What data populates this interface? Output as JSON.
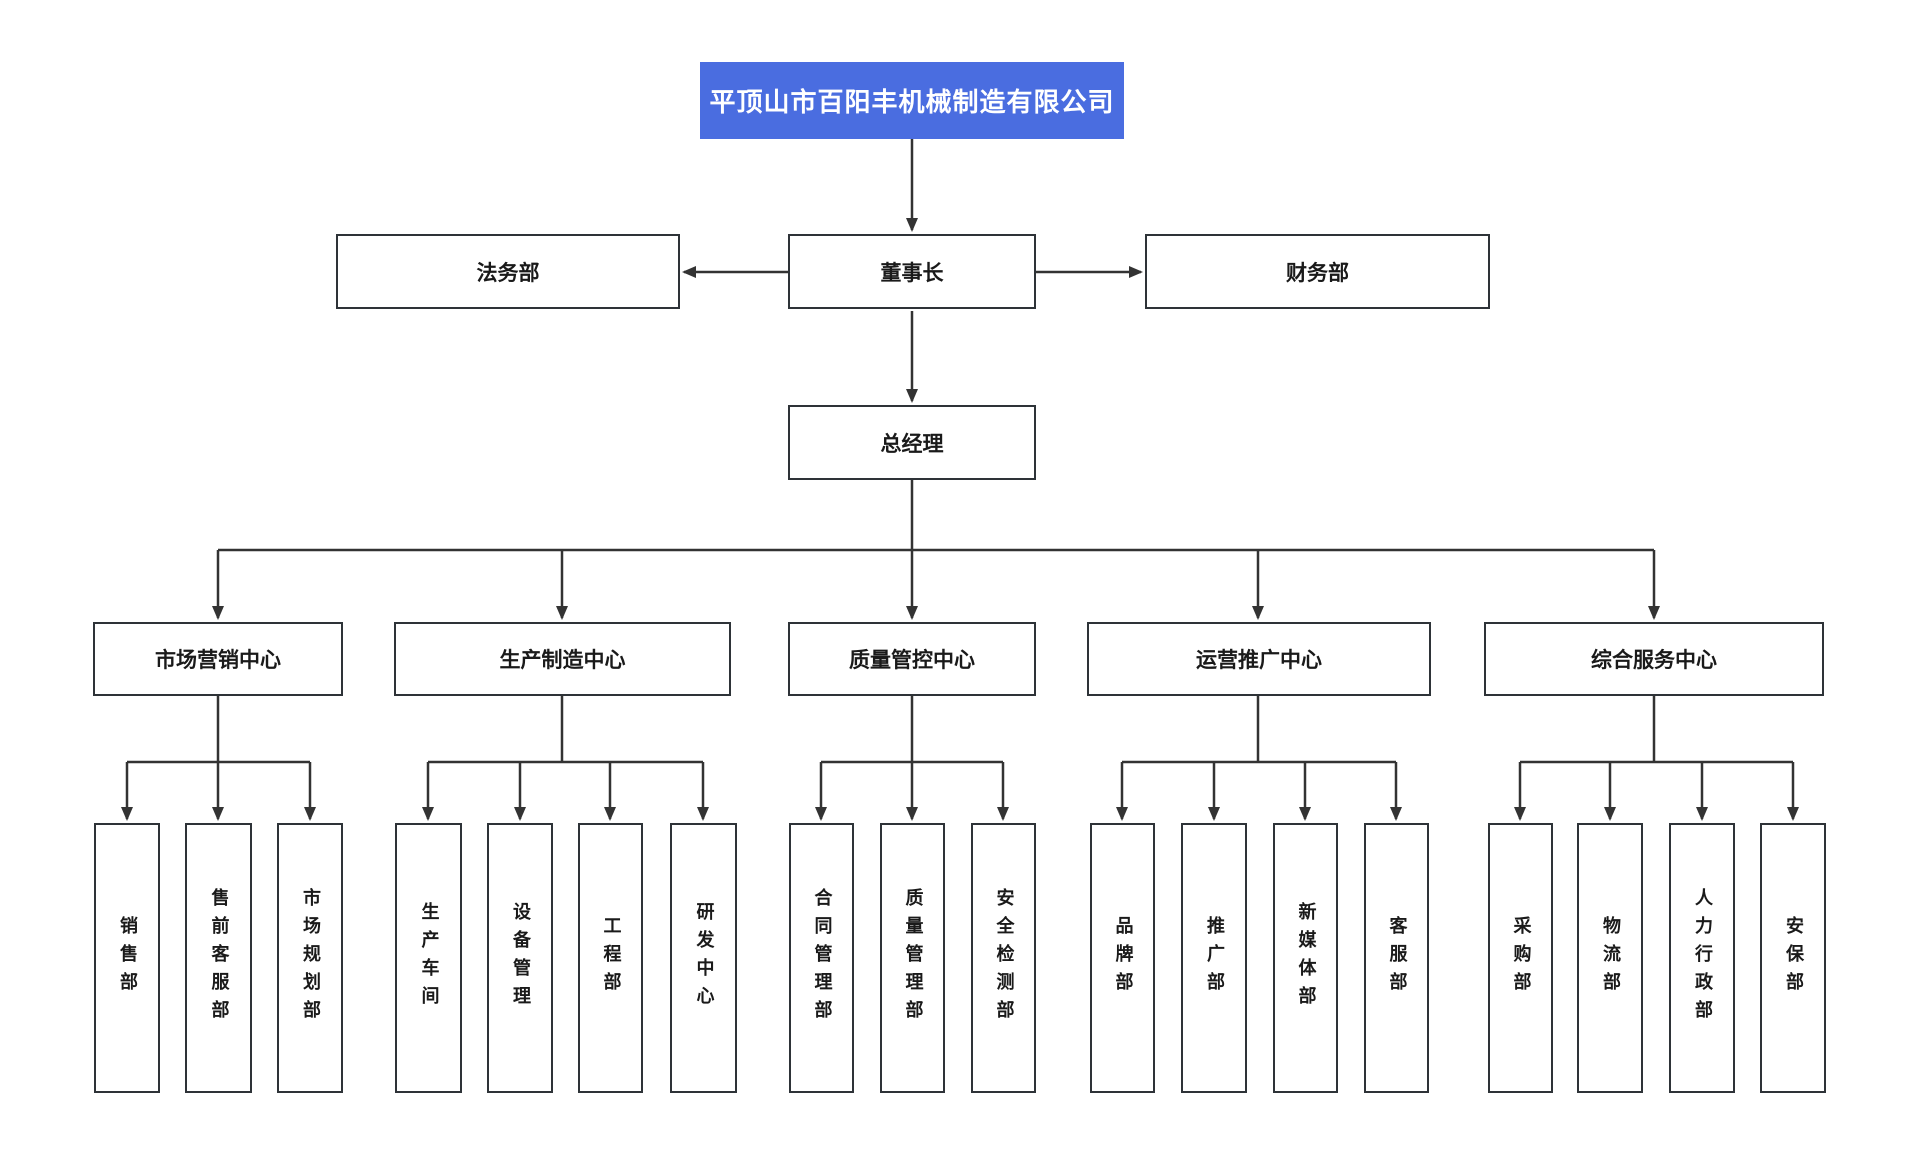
{
  "title": "平顶山市百阳丰机械制造有限公司",
  "executive": {
    "chairman": "董事长",
    "general_manager": "总经理"
  },
  "staff_departments": {
    "legal": "法务部",
    "finance": "财务部"
  },
  "centers": [
    {
      "label": "市场营销中心",
      "departments": [
        "销售部",
        "售前客服部",
        "市场规划部"
      ]
    },
    {
      "label": "生产制造中心",
      "departments": [
        "生产车间",
        "设备管理",
        "工程部",
        "研发中心"
      ]
    },
    {
      "label": "质量管控中心",
      "departments": [
        "合同管理部",
        "质量管理部",
        "安全检测部"
      ]
    },
    {
      "label": "运营推广中心",
      "departments": [
        "品牌部",
        "推广部",
        "新媒体部",
        "客服部"
      ]
    },
    {
      "label": "综合服务中心",
      "departments": [
        "采购部",
        "物流部",
        "人力行政部",
        "安保部"
      ]
    }
  ],
  "colors": {
    "root_fill": "#4A6DE0",
    "root_text": "#FFFFFF",
    "node_fill": "#FFFFFF",
    "node_border": "#2E3338",
    "node_text": "#1A1A1A",
    "connector": "#333333"
  }
}
